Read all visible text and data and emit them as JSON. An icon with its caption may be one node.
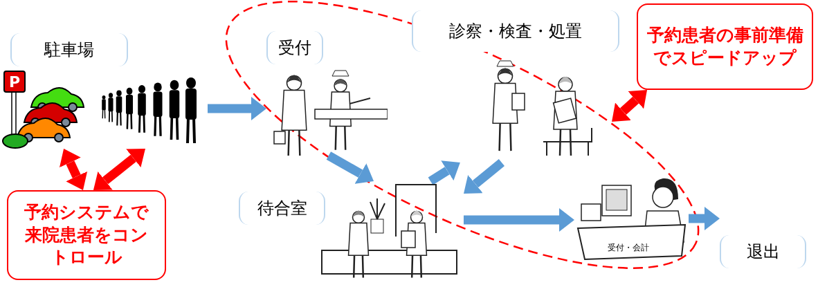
{
  "diagram": {
    "nodes": [
      {
        "text": [
          "駐車場"
        ]
      },
      {
        "text": [
          "受付"
        ],
        "in": 8
      },
      {
        "text": [
          "診察・検査・処置"
        ],
        "in": 8
      },
      {
        "text": [
          "待合室"
        ]
      },
      {
        "text": [],
        "shape": "picture",
        "in": 8
      },
      {
        "text": [
          "退出"
        ]
      },
      {
        "text": [
          "予約システムで来院患者をコントロール"
        ]
      },
      {
        "text": [
          "予約患者の事前準備でスピードアップ"
        ]
      },
      {
        "text": [],
        "shape": "ellipse"
      }
    ],
    "edges": [
      {
        "from": 0,
        "to": 1,
        "arrow": "to"
      },
      {
        "from": 1,
        "to": 3,
        "arrow": "to"
      },
      {
        "from": 3,
        "to": 2,
        "arrow": "to"
      },
      {
        "from": 2,
        "to": 3,
        "arrow": "to"
      },
      {
        "from": 3,
        "to": 4,
        "arrow": "to"
      },
      {
        "from": 4,
        "to": 5,
        "arrow": "to"
      },
      {
        "from": 6,
        "to": 0,
        "arrow": "both",
        "color": "#ff0000"
      },
      {
        "from": 6,
        "to": 0,
        "arrow": "both",
        "color": "#ff0000"
      },
      {
        "from": 7,
        "to": 8,
        "arrow": "both",
        "color": "#ff0000"
      }
    ],
    "labels": [
      "P",
      "受付・会計"
    ]
  }
}
